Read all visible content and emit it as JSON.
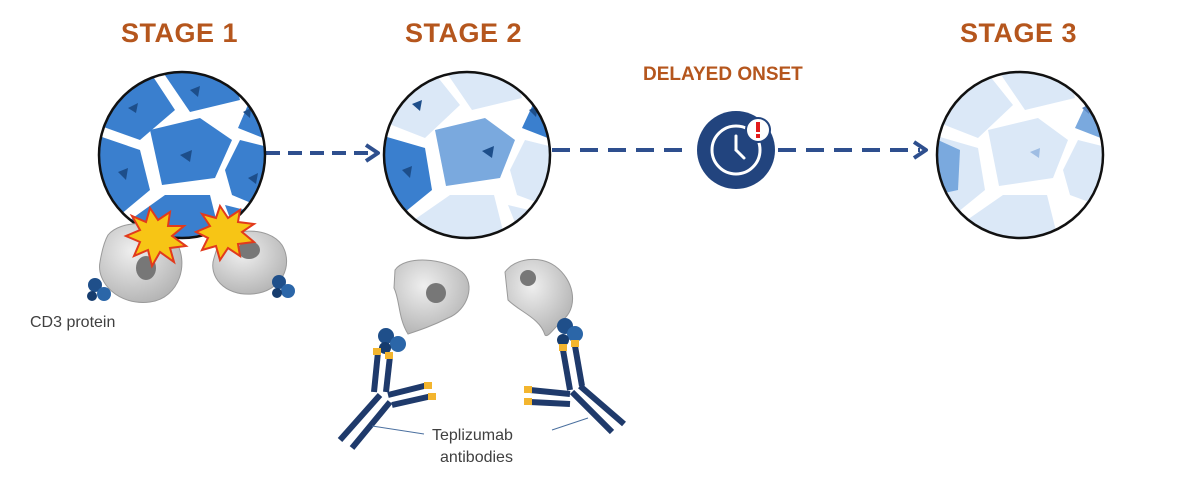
{
  "stages": [
    {
      "label": "STAGE 1"
    },
    {
      "label": "STAGE 2"
    },
    {
      "label": "STAGE 3"
    }
  ],
  "delay": {
    "label": "DELAYED ONSET",
    "icon": "clock-alert-icon"
  },
  "labels": {
    "cd3": "CD3 protein",
    "antibodies_line1": "Teplizumab",
    "antibodies_line2": "antibodies"
  },
  "colors": {
    "title": "#b5561d",
    "navy": "#22447e",
    "blue_dark": "#3a7fce",
    "blue_mid": "#7aa9de",
    "blue_light": "#dbe8f7",
    "gray_cell": "#c9c9c9",
    "antibody": "#1f3a6b",
    "antibody_tip": "#f3b52e",
    "burst": "#f7c515"
  }
}
